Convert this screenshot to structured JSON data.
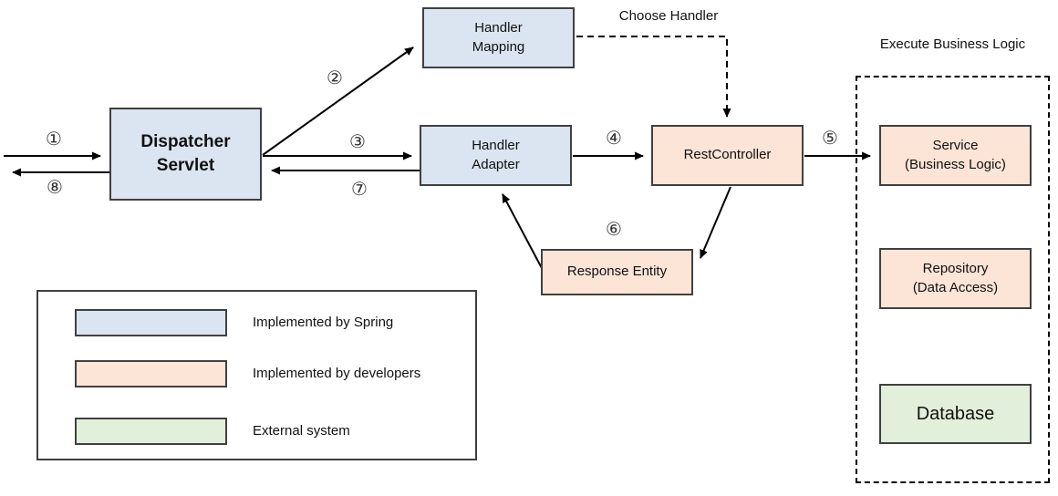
{
  "colors": {
    "spring": "#dae5f1",
    "developers": "#fce4d6",
    "external": "#e2efda",
    "border": "#404040",
    "line": "#000000"
  },
  "nodes": {
    "dispatcher_servlet": "Dispatcher\nServlet",
    "handler_mapping": "Handler\nMapping",
    "handler_adapter": "Handler\nAdapter",
    "rest_controller": "RestController",
    "response_entity": "Response Entity",
    "service": "Service\n(Business Logic)",
    "repository": "Repository\n(Data Access)",
    "database": "Database"
  },
  "annotations": {
    "choose_handler": "Choose Handler",
    "execute_business_logic": "Execute Business Logic"
  },
  "steps": {
    "s1": "①",
    "s2": "②",
    "s3": "③",
    "s4": "④",
    "s5": "⑤",
    "s6": "⑥",
    "s7": "⑦",
    "s8": "⑧"
  },
  "legend": {
    "items": [
      {
        "label": "Implemented by Spring",
        "color": "#dae5f1"
      },
      {
        "label": "Implemented by developers",
        "color": "#fce4d6"
      },
      {
        "label": "External system",
        "color": "#e2efda"
      }
    ]
  }
}
